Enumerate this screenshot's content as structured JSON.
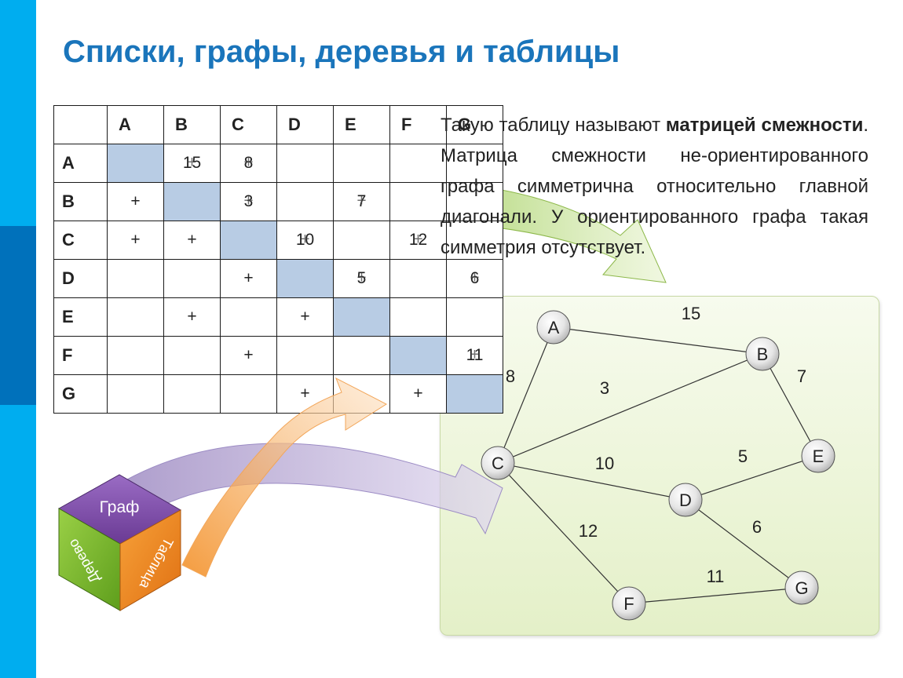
{
  "title": "Списки, графы, деревья и таблицы",
  "table": {
    "headers": [
      "A",
      "B",
      "C",
      "D",
      "E",
      "F",
      "G"
    ],
    "rows": [
      {
        "label": "A",
        "cells": [
          "",
          "15",
          "8",
          "",
          "",
          "",
          ""
        ]
      },
      {
        "label": "B",
        "cells": [
          "+",
          "",
          "3",
          "",
          "7",
          "",
          ""
        ]
      },
      {
        "label": "C",
        "cells": [
          "+",
          "+",
          "",
          "10",
          "",
          "12",
          ""
        ]
      },
      {
        "label": "D",
        "cells": [
          "",
          "",
          "+",
          "",
          "5",
          "",
          "6"
        ]
      },
      {
        "label": "E",
        "cells": [
          "",
          "+",
          "",
          "+",
          "",
          "",
          ""
        ]
      },
      {
        "label": "F",
        "cells": [
          "",
          "",
          "+",
          "",
          "",
          "",
          "11"
        ]
      },
      {
        "label": "G",
        "cells": [
          "",
          "",
          "",
          "+",
          "",
          "+",
          ""
        ]
      }
    ]
  },
  "paragraph": {
    "t1": "Такую таблицу называют ",
    "bold": "матрицей смежности",
    "t2": ". Матрица смежности не-ориентированного графа симметрична относительно главной диагонали. У ориентированного графа такая симметрия отсутствует."
  },
  "cube": {
    "top": "Граф",
    "left": "Дерево",
    "right": "Таблица"
  },
  "graph": {
    "nodes": [
      "A",
      "B",
      "C",
      "D",
      "E",
      "F",
      "G"
    ],
    "edges": [
      {
        "from": "A",
        "to": "B",
        "weight": "15"
      },
      {
        "from": "A",
        "to": "C",
        "weight": "8"
      },
      {
        "from": "B",
        "to": "C",
        "weight": "3"
      },
      {
        "from": "B",
        "to": "E",
        "weight": "7"
      },
      {
        "from": "C",
        "to": "D",
        "weight": "10"
      },
      {
        "from": "C",
        "to": "F",
        "weight": "12"
      },
      {
        "from": "D",
        "to": "E",
        "weight": "5"
      },
      {
        "from": "D",
        "to": "G",
        "weight": "6"
      },
      {
        "from": "F",
        "to": "G",
        "weight": "11"
      }
    ]
  },
  "colors": {
    "band": "#00adef",
    "band_dark": "#0071bb",
    "title": "#1a75bb",
    "diagonal": "#b8cce4",
    "panel": "#e4f0c8",
    "cube_top": "#7a4aa0",
    "cube_left": "#7cbf2b",
    "cube_right": "#f28a1c"
  }
}
